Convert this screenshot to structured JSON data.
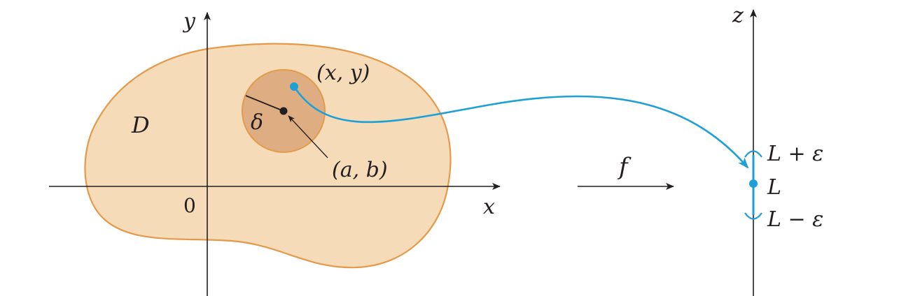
{
  "labels": {
    "y_axis": "y",
    "x_axis": "x",
    "z_axis": "z",
    "origin": "0",
    "region": "D",
    "radius": "δ",
    "point_xy": "(x, y)",
    "center_ab": "(a, b)",
    "function": "f",
    "upper_bound": "L + ε",
    "limit": "L",
    "lower_bound": "L − ε"
  },
  "colors": {
    "region_fill": "#f5dbb8",
    "region_stroke": "#e39a4b",
    "disk_fill": "#dfad82",
    "curve": "#1ea0d6",
    "ink": "#231f20"
  }
}
